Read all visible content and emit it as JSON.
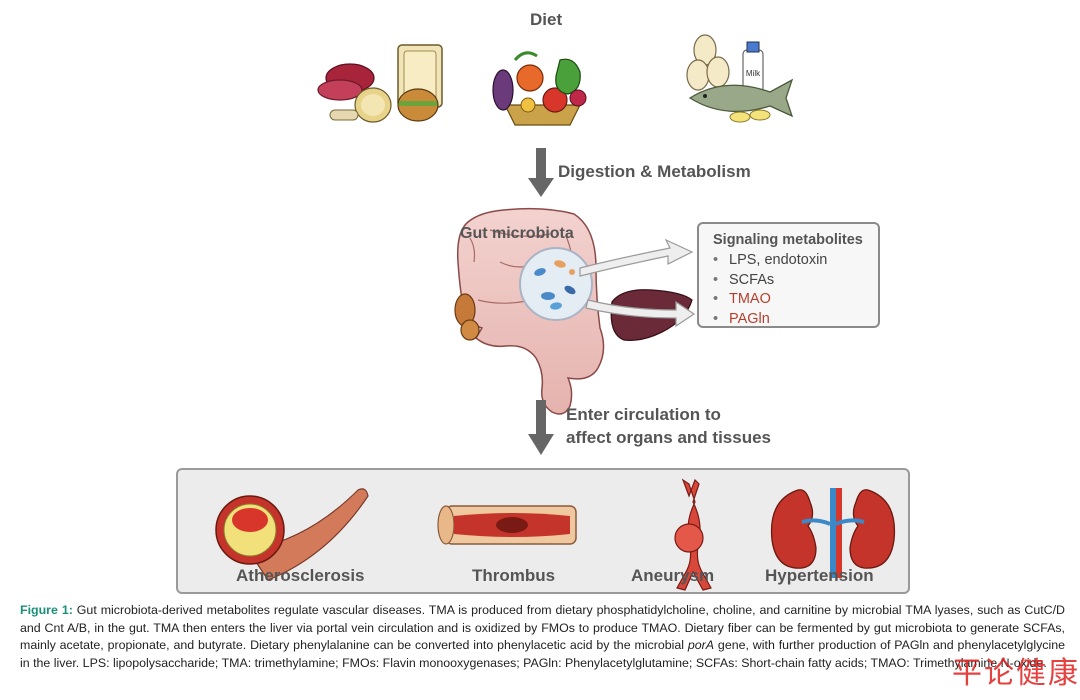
{
  "diet": {
    "title": "Diet"
  },
  "steps": {
    "digestion": "Digestion & Metabolism",
    "circulation_line1": "Enter circulation to",
    "circulation_line2": "affect organs and tissues"
  },
  "gut": {
    "label": "Gut microbiota"
  },
  "signaling": {
    "title": "Signaling metabolites",
    "items": [
      {
        "text": "LPS, endotoxin",
        "color": "#444444"
      },
      {
        "text": "SCFAs",
        "color": "#444444"
      },
      {
        "text": "TMAO",
        "color": "#b5402e"
      },
      {
        "text": "PAGln",
        "color": "#b5402e"
      }
    ]
  },
  "icons": {
    "milk_label": "Milk"
  },
  "diseases": [
    {
      "label": "Atherosclerosis"
    },
    {
      "label": "Thrombus"
    },
    {
      "label": "Aneurysm"
    },
    {
      "label": "Hypertension"
    }
  ],
  "caption": {
    "lead": "Figure 1:",
    "text_part1": " Gut microbiota-derived metabolites regulate vascular diseases. TMA is produced from dietary phosphatidylcholine, choline, and carnitine by microbial TMA lyases, such as CutC/D and Cnt A/B, in the gut. TMA then enters the liver via portal vein circulation and is oxidized by FMOs to produce TMAO. Dietary fiber can be fermented by gut microbiota to generate SCFAs, mainly acetate, propionate, and butyrate. Dietary phenylalanine can be converted into phenylacetic acid by the microbial ",
    "italic": "porA",
    "text_part2": " gene, with further production of PAGln and phenylacetylglycine in the liver. LPS: lipopolysaccharide; TMA: trimethylamine; FMOs: Flavin monooxygenases; PAGln: Phenylacetylglutamine; SCFAs: Short-chain fatty acids; TMAO: Trimethylamine N-oxide."
  },
  "watermark": "平论健康",
  "colors": {
    "arrow": "#666666",
    "accent_red": "#b5402e",
    "caption_lead": "#1b8f7a"
  }
}
